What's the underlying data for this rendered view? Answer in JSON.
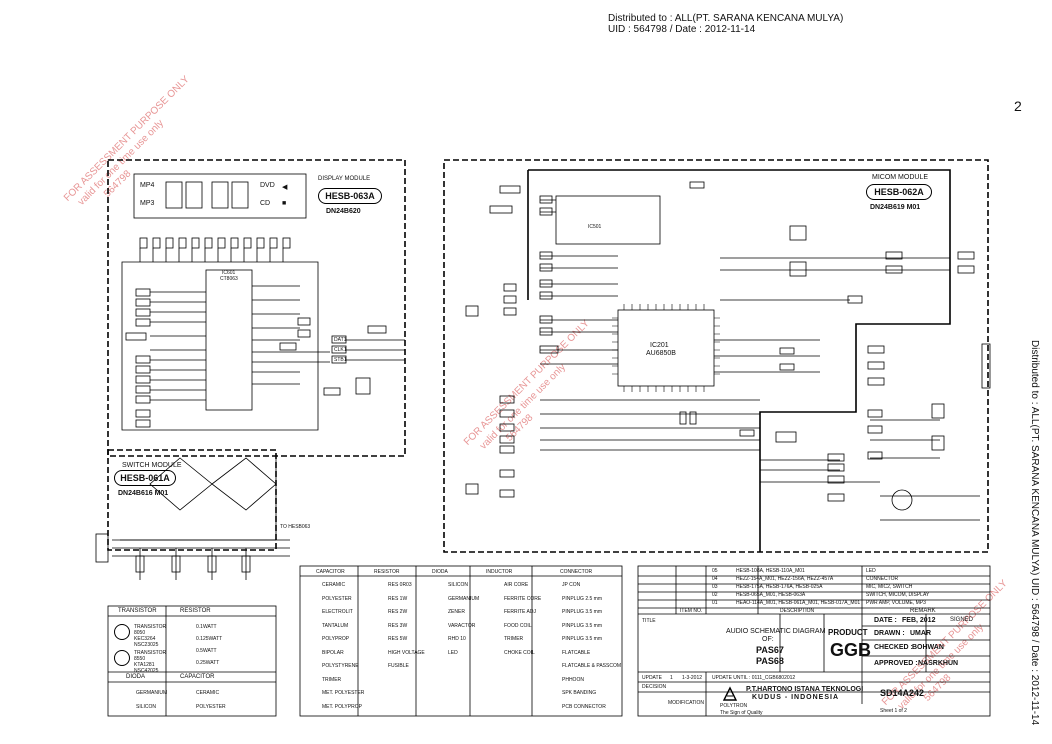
{
  "distribution": {
    "line1": "Distributed to : ALL(PT. SARANA KENCANA MULYA)",
    "line2": "UID : 564798 / Date : 2012-11-14",
    "side": "Distributed to : ALL(PT. SARANA KENCANA MULYA)   UID : 564798 / Date : 2012-11-14"
  },
  "page_number": "2",
  "watermarks": {
    "line1": "FOR ASSESSMENT PURPOSE ONLY",
    "line2": "valid for one time use only",
    "line3": "564798"
  },
  "display_module": {
    "title": "DISPLAY MODULE",
    "part": "HESB-063A",
    "dn": "DN24B620",
    "led_labels": [
      "MP4",
      "MP3",
      "DVD",
      "CD"
    ],
    "ic_ref": "IC601",
    "ic_part": "CT8063",
    "io_labels": [
      "DAT1",
      "CLK1",
      "STB1"
    ]
  },
  "micom_module": {
    "title": "MICOM MODULE",
    "part": "HESB-062A",
    "dn": "DN24B619 M01",
    "ic_ref": "IC201",
    "ic_part": "AU6850B",
    "ic2_ref": "IC501"
  },
  "switch_module": {
    "title": "SWITCH MODULE",
    "part": "HESB-061A",
    "dn": "DN24B616 M01",
    "to": "TO HESB063"
  },
  "legend": {
    "transistor_header": "TRANSISTOR",
    "resistor_header": "RESISTOR",
    "transistors": [
      "TRANSISTOR 8050 KEC3264 NSC23025",
      "TRANSISTOR 8550 KTA1281 NSC42025"
    ],
    "resistors": [
      "0.1WATT",
      "0.125WATT",
      "0.5WATT",
      "0.25WATT"
    ],
    "dioda_header": "DIODA",
    "capacitor_header": "CAPACITOR",
    "diodes": [
      "GERMANIUM",
      "SILICON"
    ],
    "capacitors": [
      "CERAMIC",
      "POLYESTER"
    ]
  },
  "component_table": {
    "headers": [
      "CAPACITOR",
      "RESISTOR",
      "DIODA",
      "INDUCTOR",
      "CONNECTOR"
    ],
    "capacitors": [
      "CERAMIC",
      "POLYESTER",
      "ELECTROLIT",
      "TANTALUM",
      "POLYPROP",
      "BIPOLAR",
      "POLYSTYRENE",
      "TRIMER",
      "MET. POLYESTER",
      "MET. POLYPROP"
    ],
    "resistors": [
      "RES 0R03",
      "RES 1W",
      "RES 2W",
      "RES 3W",
      "RES 5W",
      "HIGH VOLTAGE",
      "FUSIBLE"
    ],
    "diodes": [
      "SILICON",
      "GERMANIUM",
      "ZENER",
      "VARACTOR",
      "RHD 10",
      "LED"
    ],
    "inductors": [
      "AIR CORE",
      "FERRITE CORE",
      "FERRITE ADJ",
      "FOOD COIL",
      "TRIMER",
      "CHOKE COIL"
    ],
    "connectors": [
      "JP CON",
      "PINPLUG 2.5 mm",
      "PINPLUG 3.5 mm",
      "PINPLUG 3.5 mm",
      "PINPLUG 3.5 mm",
      "FLATCABLE",
      "FLATCABLE & PASSCOM",
      "PHHOON",
      "SPK BANDING",
      "PCB CONNECTOR"
    ]
  },
  "revision_table": {
    "rows": [
      {
        "rev": "05",
        "desc": "HESB-108A, HESB-110A_M01",
        "remark": "LED"
      },
      {
        "rev": "04",
        "desc": "HEZZ-154A_M01, HEZZ-156A, HEZZ-457A",
        "remark": "CONNECTOR"
      },
      {
        "rev": "03",
        "desc": "HESB-175A, HESB-176A, HESB-025A",
        "remark": "MIC, MIC2, SWITCH"
      },
      {
        "rev": "02",
        "desc": "HESB-065A_M01, HESB-063A",
        "remark": "SWITCH, MICOM, DISPLAY"
      },
      {
        "rev": "01",
        "desc": "HEAO-114A_M01, HESB-061A_M01, HESB-017A_M01",
        "remark": "PWR AMP, VOLUME, MP3"
      }
    ],
    "item_label": "ITEM NO.",
    "desc_label": "DESCRIPTION",
    "remark_label": "REMARK",
    "title_label": "TITLE",
    "title_text": "AUDIO SCHEMATIC DIAGRAM",
    "of_label": "OF:",
    "model1": "PAS67",
    "model2": "PAS68",
    "product_label": "PRODUCT",
    "product": "GGB",
    "date_label": "DATE :",
    "date": "FEB, 2012",
    "signed_label": "SIGNED",
    "drawn_label": "DRAWN :",
    "drawn": "UMAR",
    "checked_label": "CHECKED :",
    "checked": "BOHWAN",
    "approved_label": "APPROVED :",
    "approved": "NASRKHUN",
    "update_label": "UPDATE",
    "update_val": "1",
    "update_date": "1-3-2012",
    "update_until": "UPDATE UNTIL : 0111_CGB6802012",
    "modification_label": "MODIFICATION",
    "dc_label": "DECISION",
    "company_name": "P.T.HARTONO ISTANA TEKNOLOGI",
    "company_city": "KUDUS - INDONESIA",
    "brand": "POLYTRON",
    "tagline": "The Sign of Quality",
    "doc_no": "SD14A242",
    "sheet": "Sheet  1  of  2"
  },
  "colors": {
    "ink": "#111111",
    "watermark": "#e58a8a"
  }
}
